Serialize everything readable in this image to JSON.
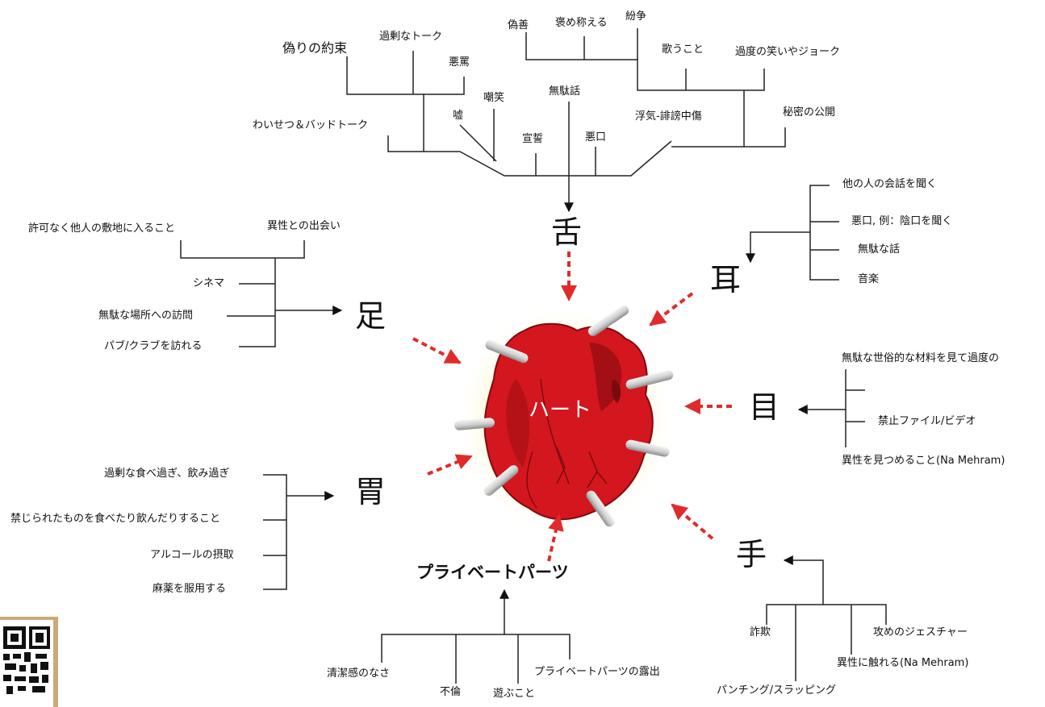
{
  "center": {
    "label": "ハート"
  },
  "tongue": {
    "organ": "舌",
    "items": [
      "偽りの約束",
      "過剰なトーク",
      "悪罵",
      "わいせつ＆バッドトーク",
      "嘘",
      "嘲笑",
      "宣誓",
      "無駄話",
      "悪口",
      "偽善",
      "褒め称える",
      "紛争",
      "歌うこと",
      "過度の笑いやジョーク",
      "浮気-誹謗中傷",
      "秘密の公開"
    ]
  },
  "ear": {
    "organ": "耳",
    "items": [
      "他の人の会話を聞く",
      "悪口, 例：陰口を聞く",
      "無駄な話",
      "音楽"
    ]
  },
  "eye": {
    "organ": "目",
    "items": [
      "無駄な世俗的な材料を見て過度の",
      "禁止ファイル/ビデオ",
      "異性を見つめること(Na Mehram)"
    ]
  },
  "hand": {
    "organ": "手",
    "items": [
      "詐欺",
      "攻めのジェスチャー",
      "異性に触れる(Na Mehram)",
      "パンチング/スラッピング"
    ]
  },
  "private": {
    "organ": "プライベートパーツ",
    "items": [
      "清潔感のなさ",
      "不倫",
      "遊ぶこと",
      "プライベートパーツの露出"
    ]
  },
  "stomach": {
    "organ": "胃",
    "items": [
      "過剰な食べ過ぎ、飲み過ぎ",
      "禁じられたものを食べたり飲んだりすること",
      "アルコールの摂取",
      "麻薬を服用する"
    ]
  },
  "foot": {
    "organ": "足",
    "items": [
      "許可なく他人の敷地に入ること",
      "異性との出会い",
      "シネマ",
      "無駄な場所への訪問",
      "パブ/クラブを訪れる"
    ]
  },
  "colors": {
    "heart": "#d4161e",
    "heart_dark": "#8e0b10",
    "arrow": "#e02b2b",
    "glow": "#f7ef9c"
  }
}
